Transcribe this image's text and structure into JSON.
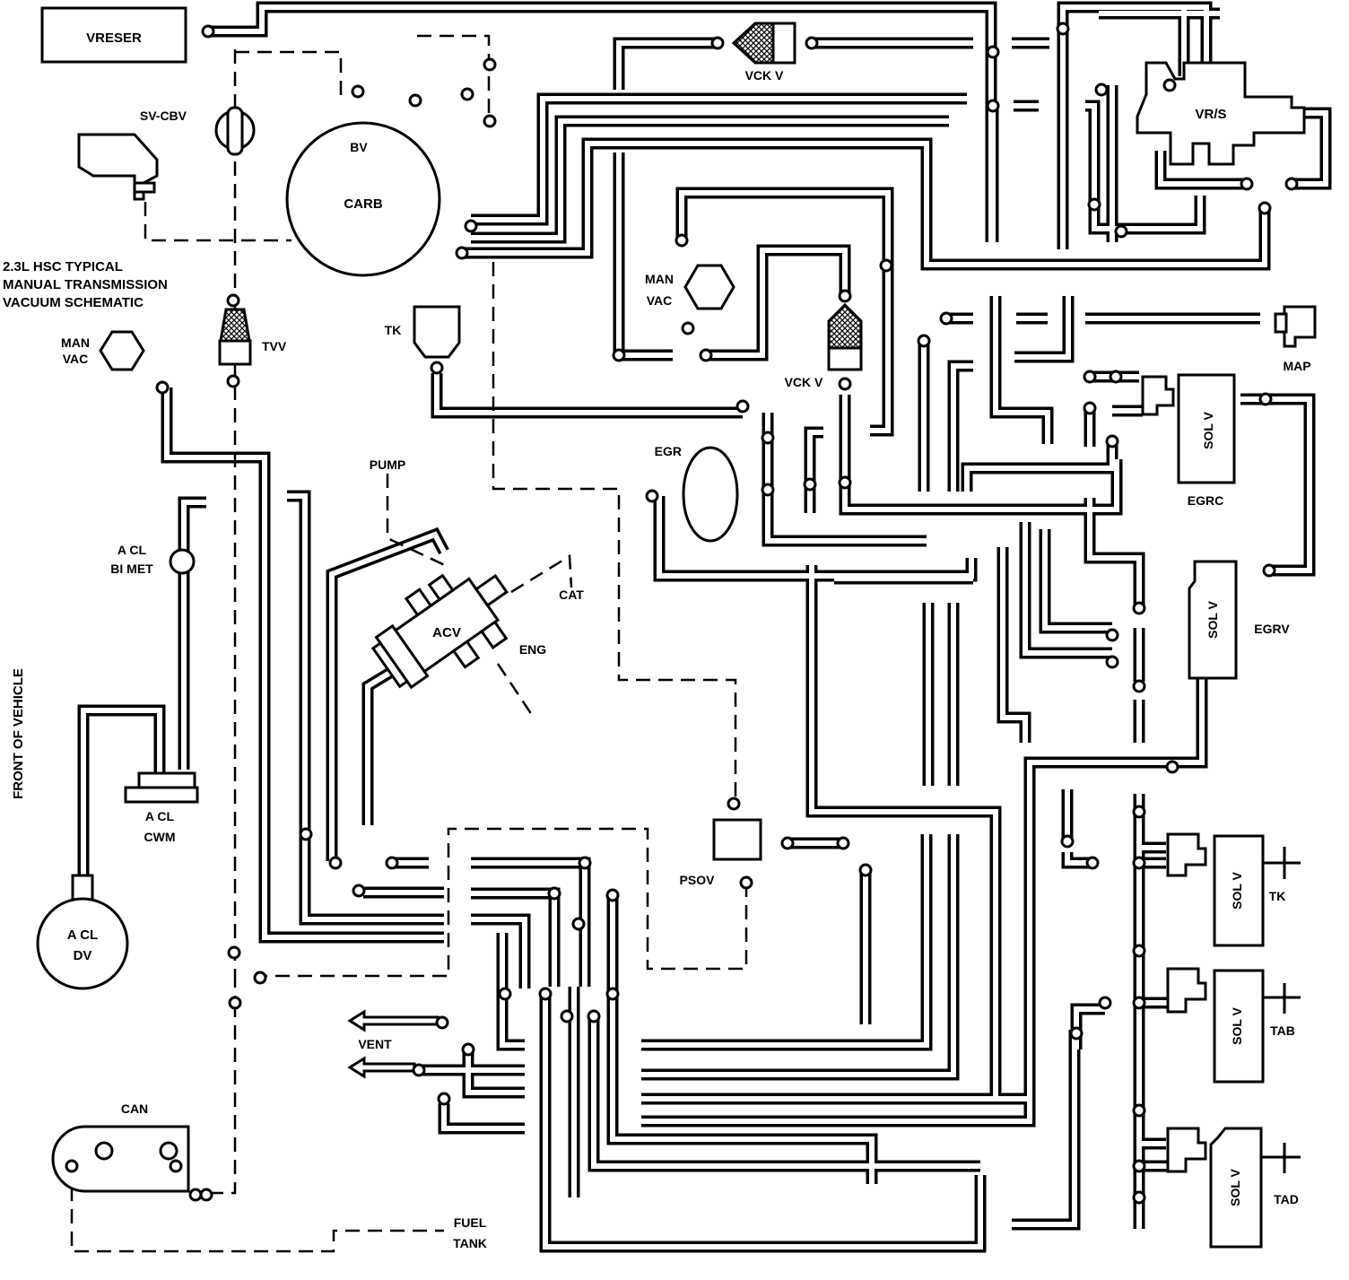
{
  "title": [
    "2.3L HSC TYPICAL",
    "MANUAL TRANSMISSION",
    "VACUUM SCHEMATIC"
  ],
  "side_label": "FRONT OF VEHICLE",
  "labels": {
    "vreser": "VRESER",
    "sv_cbv": "SV-CBV",
    "bv": "BV",
    "carb": "CARB",
    "vck_v_top": "VCK V",
    "vrs": "VR/S",
    "man_vac_left": [
      "MAN",
      "VAC"
    ],
    "tvv": "TVV",
    "tk_valve": "TK",
    "man_vac_center": [
      "MAN",
      "VAC"
    ],
    "vck_v_mid": "VCK V",
    "map": "MAP",
    "egr": "EGR",
    "sol_v": "SOL V",
    "egrc": "EGRC",
    "egrv": "EGRV",
    "pump": "PUMP",
    "cat": "CAT",
    "acv": "ACV",
    "eng": "ENG",
    "a_cl_bi_met": [
      "A CL",
      "BI MET"
    ],
    "a_cl_cwm": [
      "A CL",
      "CWM"
    ],
    "a_cl_dv": [
      "A CL",
      "DV"
    ],
    "psov": "PSOV",
    "tk_sol": "TK",
    "tab_sol": "TAB",
    "tad_sol": "TAD",
    "vent": "VENT",
    "can": "CAN",
    "fuel_tank": [
      "FUEL",
      "TANK"
    ]
  }
}
